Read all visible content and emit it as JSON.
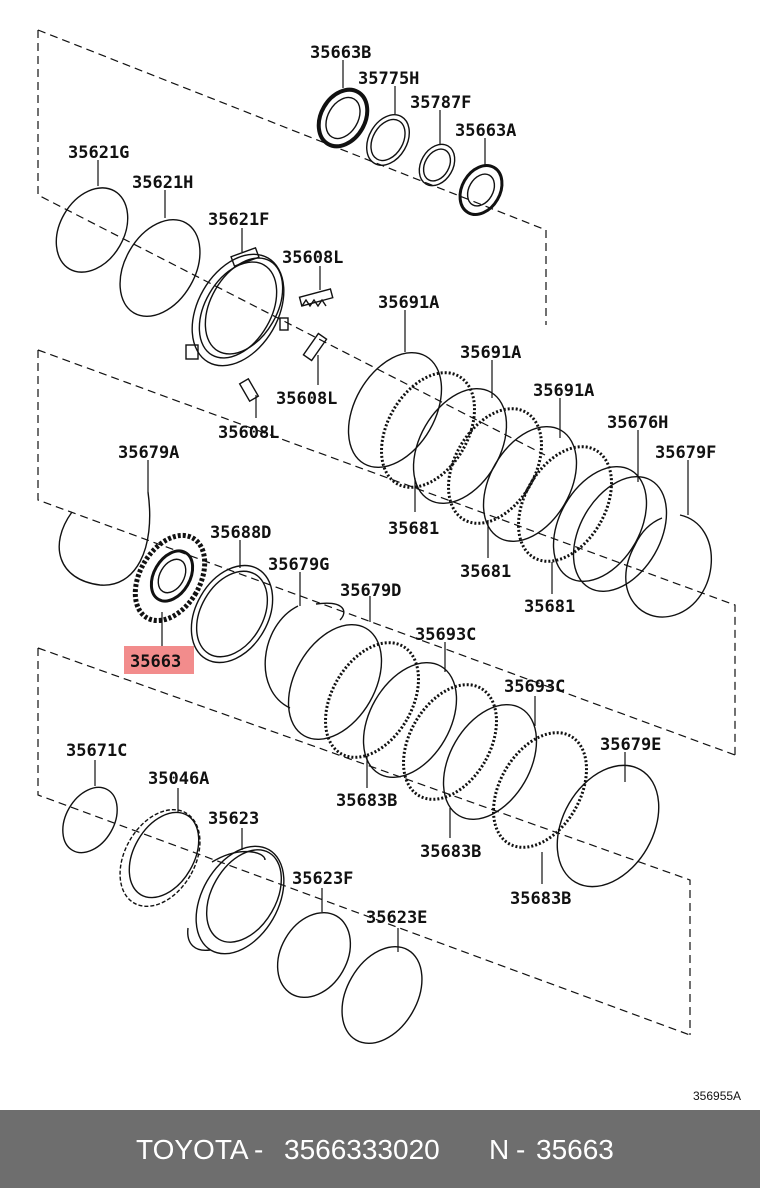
{
  "diagram": {
    "ref_code": "356955A",
    "highlighted_part": "35663",
    "highlight_color": "#f28c8c",
    "callouts": {
      "c35663B": "35663B",
      "c35775H": "35775H",
      "c35787F": "35787F",
      "c35663A": "35663A",
      "c35621G": "35621G",
      "c35621H": "35621H",
      "c35621F": "35621F",
      "c35608L_1": "35608L",
      "c35608L_2": "35608L",
      "c35608L_3": "35608L",
      "c35691A_1": "35691A",
      "c35691A_2": "35691A",
      "c35691A_3": "35691A",
      "c35676H": "35676H",
      "c35679F": "35679F",
      "c35681_1": "35681",
      "c35681_2": "35681",
      "c35681_3": "35681",
      "c35679A": "35679A",
      "c35688D": "35688D",
      "c35679G": "35679G",
      "c35679D": "35679D",
      "c35663": "35663",
      "c35693C_1": "35693C",
      "c35693C_2": "35693C",
      "c35679E": "35679E",
      "c35683B_1": "35683B",
      "c35683B_2": "35683B",
      "c35683B_3": "35683B",
      "c35671C": "35671C",
      "c35046A": "35046A",
      "c35623": "35623",
      "c35623F": "35623F",
      "c35623E": "35623E"
    }
  },
  "footer": {
    "brand": "TOYOTA",
    "separator": "-",
    "part_number": "3566333020",
    "n_label": "N",
    "n_separator": "-",
    "n_value": "35663"
  }
}
